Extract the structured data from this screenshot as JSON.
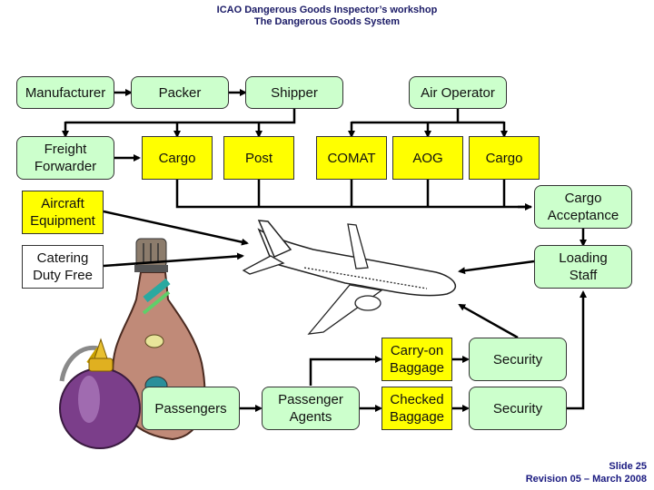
{
  "header": {
    "title_line1": "ICAO Dangerous Goods Inspector’s workshop",
    "title_line2": "The Dangerous Goods System"
  },
  "nodes": {
    "manufacturer": "Manufacturer",
    "packer": "Packer",
    "shipper": "Shipper",
    "air_operator": "Air Operator",
    "freight_forwarder": "Freight\nForwarder",
    "cargo1": "Cargo",
    "post": "Post",
    "comat": "COMAT",
    "aog": "AOG",
    "cargo2": "Cargo",
    "aircraft_equipment": "Aircraft\nEquipment",
    "cargo_acceptance": "Cargo\nAcceptance",
    "catering_duty_free": "Catering\nDuty Free",
    "loading_staff": "Loading\nStaff",
    "carry_on_baggage": "Carry-on\nBaggage",
    "security1": "Security",
    "passengers": "Passengers",
    "passenger_agents": "Passenger\nAgents",
    "checked_baggage": "Checked\nBaggage",
    "security2": "Security"
  },
  "colors": {
    "process_fill": "#ccffcc",
    "goods_fill": "#ffff00",
    "title_text": "#1a1a66"
  },
  "footer": {
    "slide": "Slide 25",
    "revision": "Revision 05 – March 2008"
  }
}
